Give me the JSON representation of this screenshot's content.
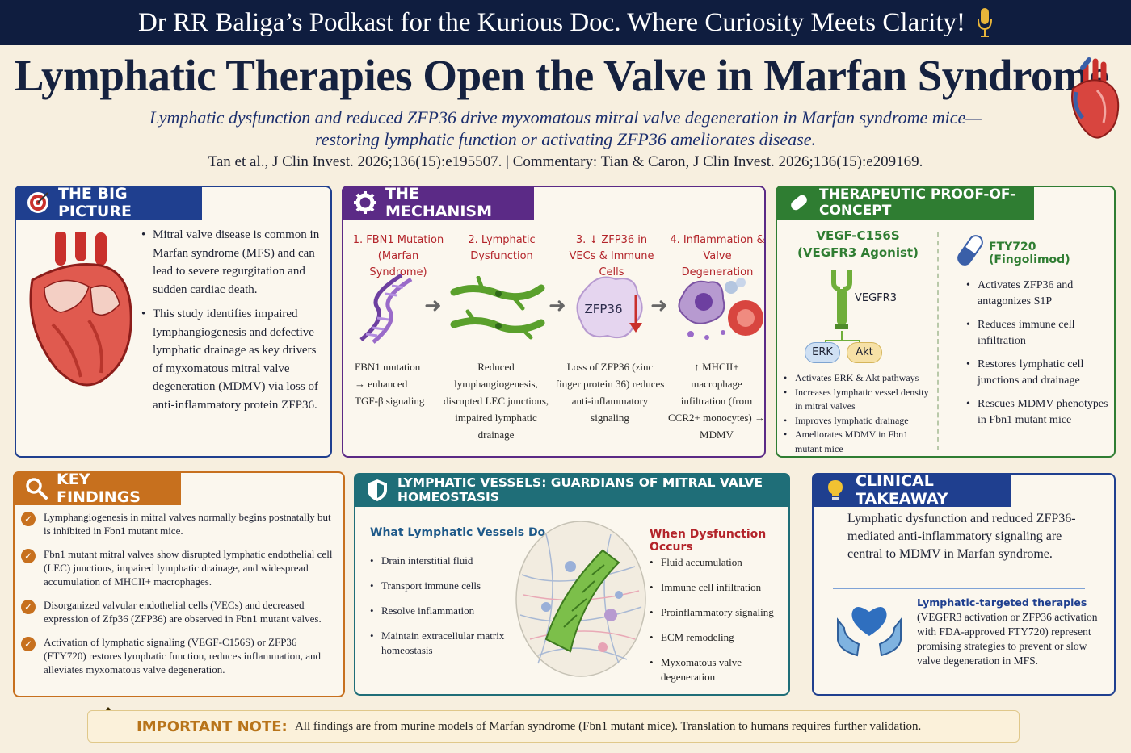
{
  "banner": {
    "text": "Dr RR Baliga’s Podkast for the Kurious Doc. Where Curiosity Meets Clarity!",
    "icon": "microphone-icon"
  },
  "header": {
    "title": "Lymphatic Therapies Open the Valve in Marfan Syndrome",
    "subtitle_line1": "Lymphatic dysfunction and reduced ZFP36 drive myxomatous mitral valve degeneration in Marfan syndrome mice—",
    "subtitle_line2": "restoring lymphatic function or activating ZFP36 ameliorates disease.",
    "citation": "Tan et al., J Clin Invest. 2026;136(15):e195507.   |   Commentary: Tian & Caron, J Clin Invest. 2026;136(15):e209169."
  },
  "big_picture": {
    "title": "THE BIG PICTURE",
    "bullets": [
      "Mitral valve disease is common in Marfan syndrome (MFS) and can lead to severe regurgitation and sudden cardiac death.",
      "This study identifies impaired lymphangiogenesis and defective lymphatic drainage as key drivers of myxomatous mitral valve degeneration (MDMV) via loss of anti-inflammatory protein ZFP36."
    ]
  },
  "mechanism": {
    "title": "THE MECHANISM",
    "steps": [
      {
        "title": "1. FBN1 Mutation (Marfan Syndrome)",
        "desc": "FBN1 mutation → enhanced TGF-β signaling"
      },
      {
        "title": "2. Lymphatic Dysfunction",
        "desc": "Reduced lymphangiogenesis, disrupted LEC junctions, impaired lymphatic drainage"
      },
      {
        "title": "3. ↓ ZFP36 in VECs & Immune Cells",
        "desc": "Loss of ZFP36 (zinc finger protein 36) reduces anti-inflammatory signaling"
      },
      {
        "title": "4. Inflammation & Valve Degeneration",
        "desc": "↑ MHCII+ macrophage infiltration (from CCR2+ monocytes) → MDMV"
      }
    ],
    "blob_label": "ZFP36"
  },
  "therapeutic": {
    "title": "THERAPEUTIC PROOF-OF-CONCEPT",
    "left_title": "VEGF-C156S (VEGFR3 Agonist)",
    "receptor_label": "VEGFR3",
    "erk_label": "ERK",
    "akt_label": "Akt",
    "left_bullets": [
      "Activates ERK & Akt pathways",
      "Increases lymphatic vessel density in mitral valves",
      "Improves lymphatic drainage",
      "Ameliorates MDMV in Fbn1 mutant mice"
    ],
    "right_title": "FTY720 (Fingolimod)",
    "right_bullets": [
      "Activates ZFP36 and antagonizes S1P",
      "Reduces immune cell infiltration",
      "Restores lymphatic cell junctions and drainage",
      "Rescues MDMV phenotypes in Fbn1 mutant mice"
    ]
  },
  "key_findings": {
    "title": "KEY FINDINGS",
    "items": [
      "Lymphangiogenesis in mitral valves normally begins postnatally but is inhibited in Fbn1 mutant mice.",
      "Fbn1 mutant mitral valves show disrupted lymphatic endothelial cell (LEC) junctions, impaired lymphatic drainage, and widespread accumulation of MHCII+ macrophages.",
      "Disorganized valvular endothelial cells (VECs) and decreased expression of Zfp36 (ZFP36) are observed in Fbn1 mutant valves.",
      "Activation of lymphatic signaling (VEGF-C156S) or ZFP36 (FTY720) restores lymphatic function, reduces inflammation, and alleviates myxomatous valve degeneration."
    ]
  },
  "vessels": {
    "title": "LYMPHATIC VESSELS: GUARDIANS OF MITRAL VALVE HOMEOSTASIS",
    "left_title": "What Lymphatic Vessels Do",
    "left_items": [
      "Drain interstitial fluid",
      "Transport immune cells",
      "Resolve inflammation",
      "Maintain extracellular matrix homeostasis"
    ],
    "right_title": "When Dysfunction Occurs",
    "right_items": [
      "Fluid accumulation",
      "Immune cell infiltration",
      "Proinflammatory signaling",
      "ECM remodeling",
      "Myxomatous valve degeneration"
    ]
  },
  "takeaway": {
    "title": "CLINICAL TAKEAWAY",
    "text": "Lymphatic dysfunction and reduced ZFP36-mediated anti-inflammatory signaling are central to MDMV in Marfan syndrome.",
    "therapy_title": "Lymphatic-targeted therapies",
    "therapy_text": "(VEGFR3 activation or ZFP36 activation with FDA-approved FTY720) represent promising strategies to prevent or slow valve degeneration in MFS."
  },
  "note": {
    "label": "IMPORTANT NOTE:",
    "text": "All findings are from murine models of Marfan syndrome (Fbn1 mutant mice). Translation to humans requires further validation."
  },
  "colors": {
    "navy": "#0f1d3f",
    "blue": "#1f3f8f",
    "purple": "#5b2a86",
    "green": "#2f7d32",
    "orange": "#c7701e",
    "teal": "#1f6e78",
    "red": "#b3242a"
  }
}
